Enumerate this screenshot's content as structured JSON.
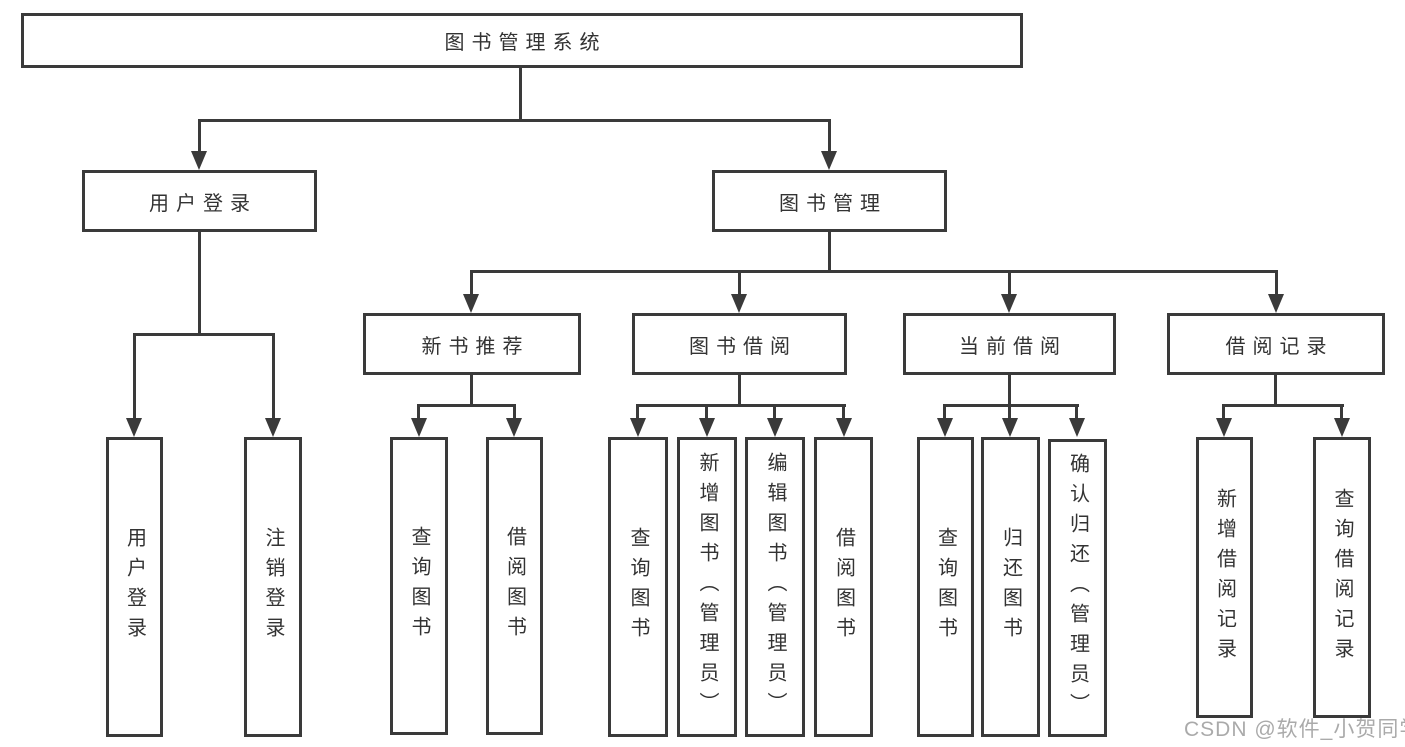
{
  "diagram_title": "图书管理系统",
  "nodes": {
    "root": {
      "label": "图书管理系统"
    },
    "user_login": {
      "label": "用户登录"
    },
    "book_mgmt": {
      "label": "图书管理"
    },
    "new_books": {
      "label": "新书推荐"
    },
    "book_borrow": {
      "label": "图书借阅"
    },
    "current_borrow": {
      "label": "当前借阅"
    },
    "borrow_records": {
      "label": "借阅记录"
    },
    "leaf_user_login": {
      "label": "用户登录"
    },
    "leaf_logout": {
      "label": "注销登录"
    },
    "leaf_nb_query": {
      "label": "查询图书"
    },
    "leaf_nb_borrow": {
      "label": "借阅图书"
    },
    "leaf_bb_query": {
      "label": "查询图书"
    },
    "leaf_bb_add": {
      "label": "新增图书（管理员）"
    },
    "leaf_bb_edit": {
      "label": "编辑图书（管理员）"
    },
    "leaf_bb_borrow": {
      "label": "借阅图书"
    },
    "leaf_cb_query": {
      "label": "查询图书"
    },
    "leaf_cb_return": {
      "label": "归还图书"
    },
    "leaf_cb_confirm": {
      "label": "确认归还（管理员）"
    },
    "leaf_rec_add": {
      "label": "新增借阅记录"
    },
    "leaf_rec_query": {
      "label": "查询借阅记录"
    }
  },
  "hierarchy": {
    "root": "图书管理系统",
    "branches": [
      {
        "label": "用户登录",
        "children": [
          "用户登录",
          "注销登录"
        ]
      },
      {
        "label": "图书管理",
        "children": [
          {
            "label": "新书推荐",
            "children": [
              "查询图书",
              "借阅图书"
            ]
          },
          {
            "label": "图书借阅",
            "children": [
              "查询图书",
              "新增图书（管理员）",
              "编辑图书（管理员）",
              "借阅图书"
            ]
          },
          {
            "label": "当前借阅",
            "children": [
              "查询图书",
              "归还图书",
              "确认归还（管理员）"
            ]
          },
          {
            "label": "借阅记录",
            "children": [
              "新增借阅记录",
              "查询借阅记录"
            ]
          }
        ]
      }
    ]
  },
  "watermark": {
    "text": "CSDN @软件_小贺同学"
  },
  "colors": {
    "line": "#3a3a3a",
    "text": "#333333",
    "background": "#ffffff",
    "watermark": "#9c9c9c"
  }
}
